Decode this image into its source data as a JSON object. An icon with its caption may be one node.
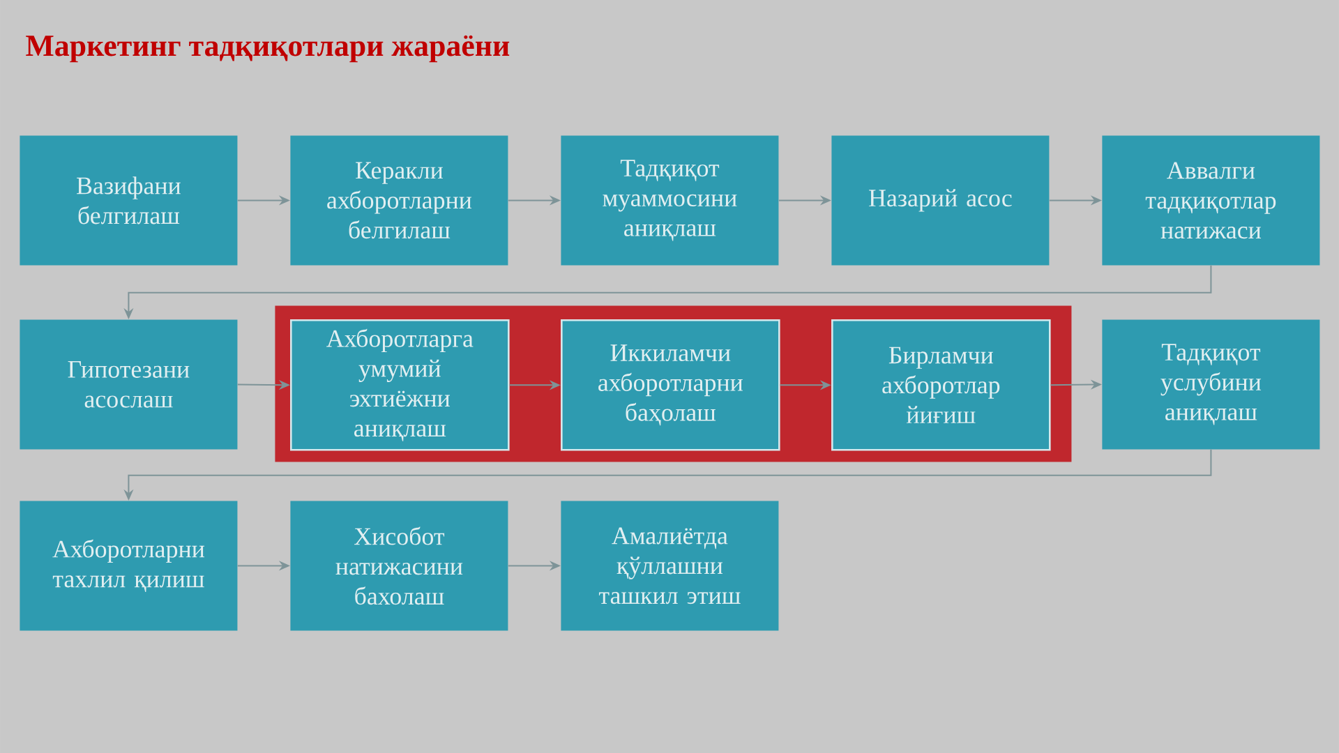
{
  "diagram": {
    "title": "Маркетинг тадқиқотлари жараёни",
    "nodes": [
      {
        "text": [
          "Вазифани белгилаш"
        ]
      },
      {
        "text": [
          "Керакли ахборотларни белгилаш"
        ]
      },
      {
        "text": [
          "Тадқиқот муаммосини аниқлаш"
        ]
      },
      {
        "text": [
          "Назарий асос"
        ]
      },
      {
        "text": [
          "Аввалги тадқиқотлар натижаси"
        ]
      },
      {
        "text": [
          "Гипотезани асослаш"
        ]
      },
      {
        "text": [],
        "shape": "box"
      },
      {
        "text": [
          "Ахборотларга умумий эхтиёжни аниқлаш"
        ],
        "in": 6
      },
      {
        "text": [
          "Иккиламчи ахборотларни баҳолаш"
        ],
        "in": 6
      },
      {
        "text": [
          "Бирламчи ахборотлар йиғиш"
        ],
        "in": 6
      },
      {
        "text": [
          "Тадқиқот услубини аниқлаш"
        ]
      },
      {
        "text": [
          "Ахборотларни тахлил қилиш"
        ]
      },
      {
        "text": [
          "Хисобот натижасини бахолаш"
        ]
      },
      {
        "text": [
          "Амалиётда қўллашни ташкил этиш"
        ]
      }
    ],
    "edges": [
      {
        "from": 0,
        "to": 1,
        "arrow": "to"
      },
      {
        "from": 1,
        "to": 2,
        "arrow": "to"
      },
      {
        "from": 2,
        "to": 3,
        "arrow": "to"
      },
      {
        "from": 3,
        "to": 4,
        "arrow": "to"
      },
      {
        "from": 4,
        "to": 5,
        "arrow": "to"
      },
      {
        "from": 5,
        "to": 7,
        "arrow": "to"
      },
      {
        "from": 7,
        "to": 8,
        "arrow": "to"
      },
      {
        "from": 8,
        "to": 9,
        "arrow": "to"
      },
      {
        "from": 9,
        "to": 10,
        "arrow": "to"
      },
      {
        "from": 10,
        "to": 11,
        "arrow": "to"
      },
      {
        "from": 11,
        "to": 12,
        "arrow": "to"
      },
      {
        "from": 12,
        "to": 13,
        "arrow": "to"
      }
    ]
  }
}
